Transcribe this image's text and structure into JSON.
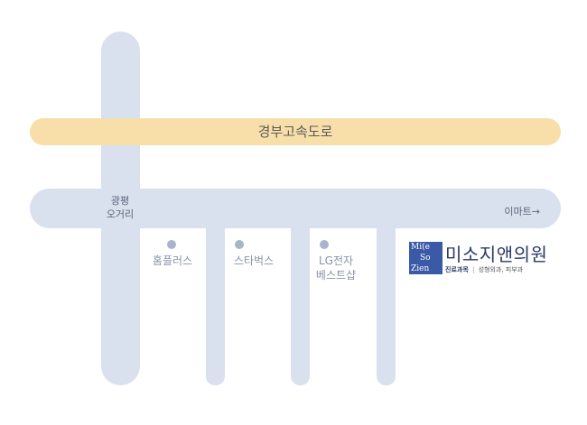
{
  "roads": {
    "top_label": "경부고속도로",
    "intersection_label_line1": "광평",
    "intersection_label_line2": "오거리",
    "emart_label": "이마트→"
  },
  "pois": {
    "homeplus": "홈플러스",
    "starbucks": "스타벅스",
    "lg_line1": "LG전자",
    "lg_line2": "베스트샵"
  },
  "clinic": {
    "logo_line1": "Mi(e",
    "logo_line2": "So",
    "logo_line3": "Zien",
    "name": "미소지앤의원",
    "subject_label": "진료과목",
    "separator": "|",
    "subjects": "성형외과, 피부과"
  },
  "colors": {
    "road": "#d9e0ee",
    "highway": "#f8dfa9",
    "clinic_blue": "#3a5aa8",
    "poi_dot": "#a9b3cb"
  }
}
